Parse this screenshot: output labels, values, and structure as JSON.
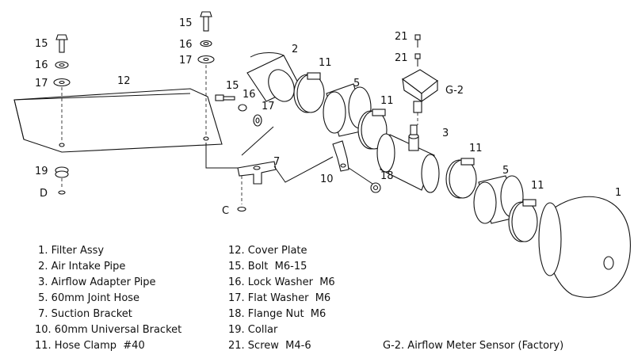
{
  "callouts": {
    "c1": "1",
    "c2": "2",
    "c3": "3",
    "c5a": "5",
    "c5b": "5",
    "c7": "7",
    "c10": "10",
    "c11a": "11",
    "c11b": "11",
    "c11c": "11",
    "c11d": "11",
    "c12": "12",
    "c15a": "15",
    "c15b": "15",
    "c15c": "15",
    "c16a": "16",
    "c16b": "16",
    "c16c": "16",
    "c17a": "17",
    "c17b": "17",
    "c17c": "17",
    "c18": "18",
    "c19": "19",
    "c21a": "21",
    "c21b": "21",
    "cG2": "G-2",
    "cC": "C",
    "cD": "D"
  },
  "legend": {
    "col1": [
      " 1. Filter Assy",
      " 2. Air Intake Pipe",
      " 3. Airflow Adapter Pipe",
      " 5. 60mm Joint Hose",
      " 7. Suction Bracket",
      "10. 60mm Universal Bracket",
      "11. Hose Clamp  #40"
    ],
    "col2": [
      "12. Cover Plate",
      "15. Bolt  M6-15",
      "16. Lock Washer  M6",
      "17. Flat Washer  M6",
      "18. Flange Nut  M6",
      "19. Collar",
      "21. Screw  M4-6"
    ],
    "col3": "G-2. Airflow Meter Sensor (Factory)"
  }
}
